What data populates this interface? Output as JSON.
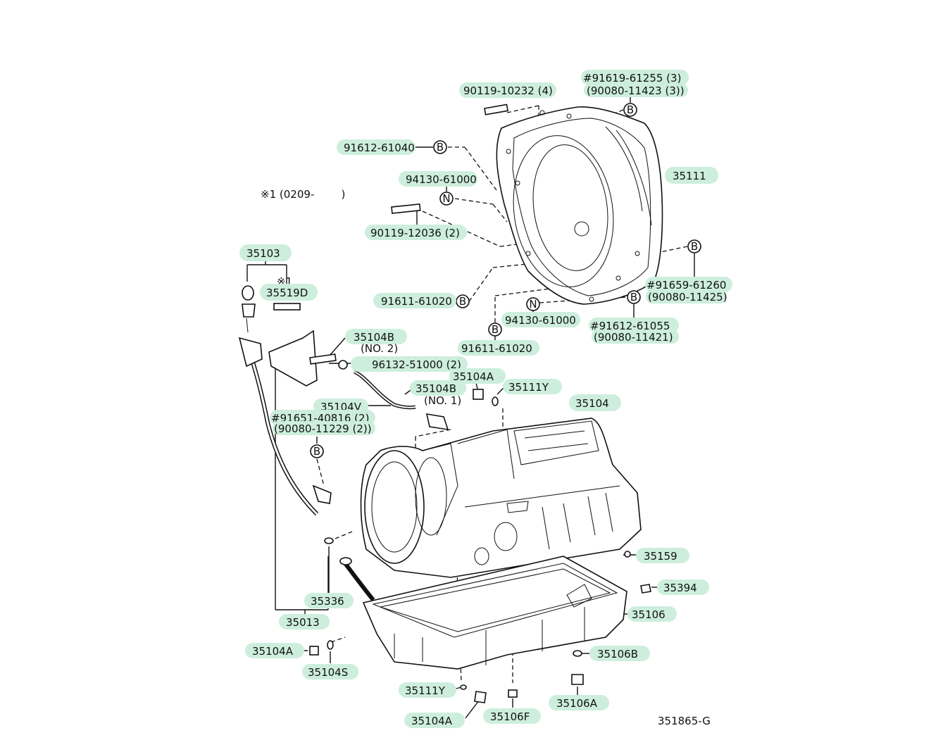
{
  "diagram_id": "351865-G",
  "note_label": "※1 (0209-        )",
  "ref_marks": {
    "b": "B",
    "n": "N"
  },
  "labels": {
    "p90119_10232": "90119-10232 (4)",
    "p91619_61255": "#91619-61255 (3)",
    "p90080_11423": "(90080-11423 (3))",
    "p91612_61040": "91612-61040",
    "p35111": "35111",
    "p94130_61000_a": "94130-61000",
    "p90119_12036": "90119-12036 (2)",
    "p35103": "35103",
    "p35519d_note": "※1",
    "p35519d": "35519D",
    "p91611_61020_a": "91611-61020",
    "p91659_61260": "#91659-61260",
    "p90080_11425": "(90080-11425)",
    "p94130_61000_b": "94130-61000",
    "p91612_61055": "#91612-61055",
    "p90080_11421": "(90080-11421)",
    "p91611_61020_b": "91611-61020",
    "p35104b_2": "35104B",
    "p35104b_2_sub": "(NO. 2)",
    "p96132_51000": "96132-51000 (2)",
    "p35104a_top": "35104A",
    "p35104b_1": "35104B",
    "p35104b_1_sub": "(NO. 1)",
    "p35111y_top": "35111Y",
    "p35104v": "35104V",
    "p91651_40816": "#91651-40816 (2)",
    "p90080_11229": "(90080-11229 (2))",
    "p35104": "35104",
    "p35159": "35159",
    "p35394": "35394",
    "p35336": "35336",
    "p35013": "35013",
    "p35106": "35106",
    "p35104a_left": "35104A",
    "p35106b": "35106B",
    "p35104s": "35104S",
    "p35111y_bottom": "35111Y",
    "p35106a": "35106A",
    "p35104a_bottom": "35104A",
    "p35106f": "35106F"
  }
}
